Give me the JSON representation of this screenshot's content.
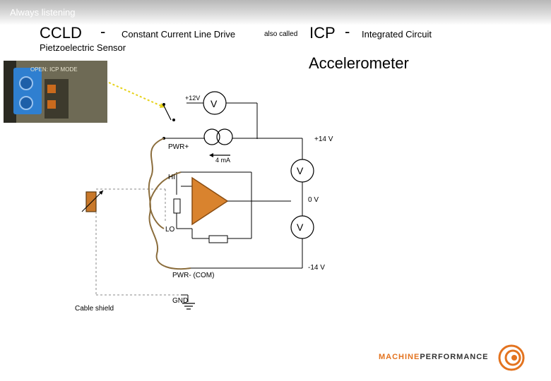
{
  "header": {
    "tagline": "Always listening"
  },
  "title": {
    "ccld": "CCLD",
    "dash1": "-",
    "ccld_full": "Constant Current Line Drive",
    "pe_sensor": "Pietzoelectric Sensor",
    "also_called": "also called",
    "icp": "ICP",
    "dash2": "-",
    "icp_full": "Integrated Circuit",
    "accelerometer": "Accelerometer"
  },
  "photo": {
    "label": "OPEN: ICP MODE"
  },
  "labels": {
    "plus12v": "+12V",
    "plus14v": "+14 V",
    "minus14v": "-14 V",
    "zero_v": "0 V",
    "pwr_plus": "PWR+",
    "pwr_minus": "PWR-  (COM)",
    "four_ma": "4 mA",
    "hi": "HI",
    "lo": "LO",
    "cable_shield": "Cable shield",
    "gnd": "GND",
    "meter_symbol": "V"
  },
  "brand": {
    "part1": "MACHINE",
    "part2": "PERFORMANCE",
    "color1": "#e3731f",
    "color2": "#333333"
  },
  "colors": {
    "accent": "#e3731f",
    "amp_fill": "#d9832e",
    "cable": "#8b6d3c"
  }
}
